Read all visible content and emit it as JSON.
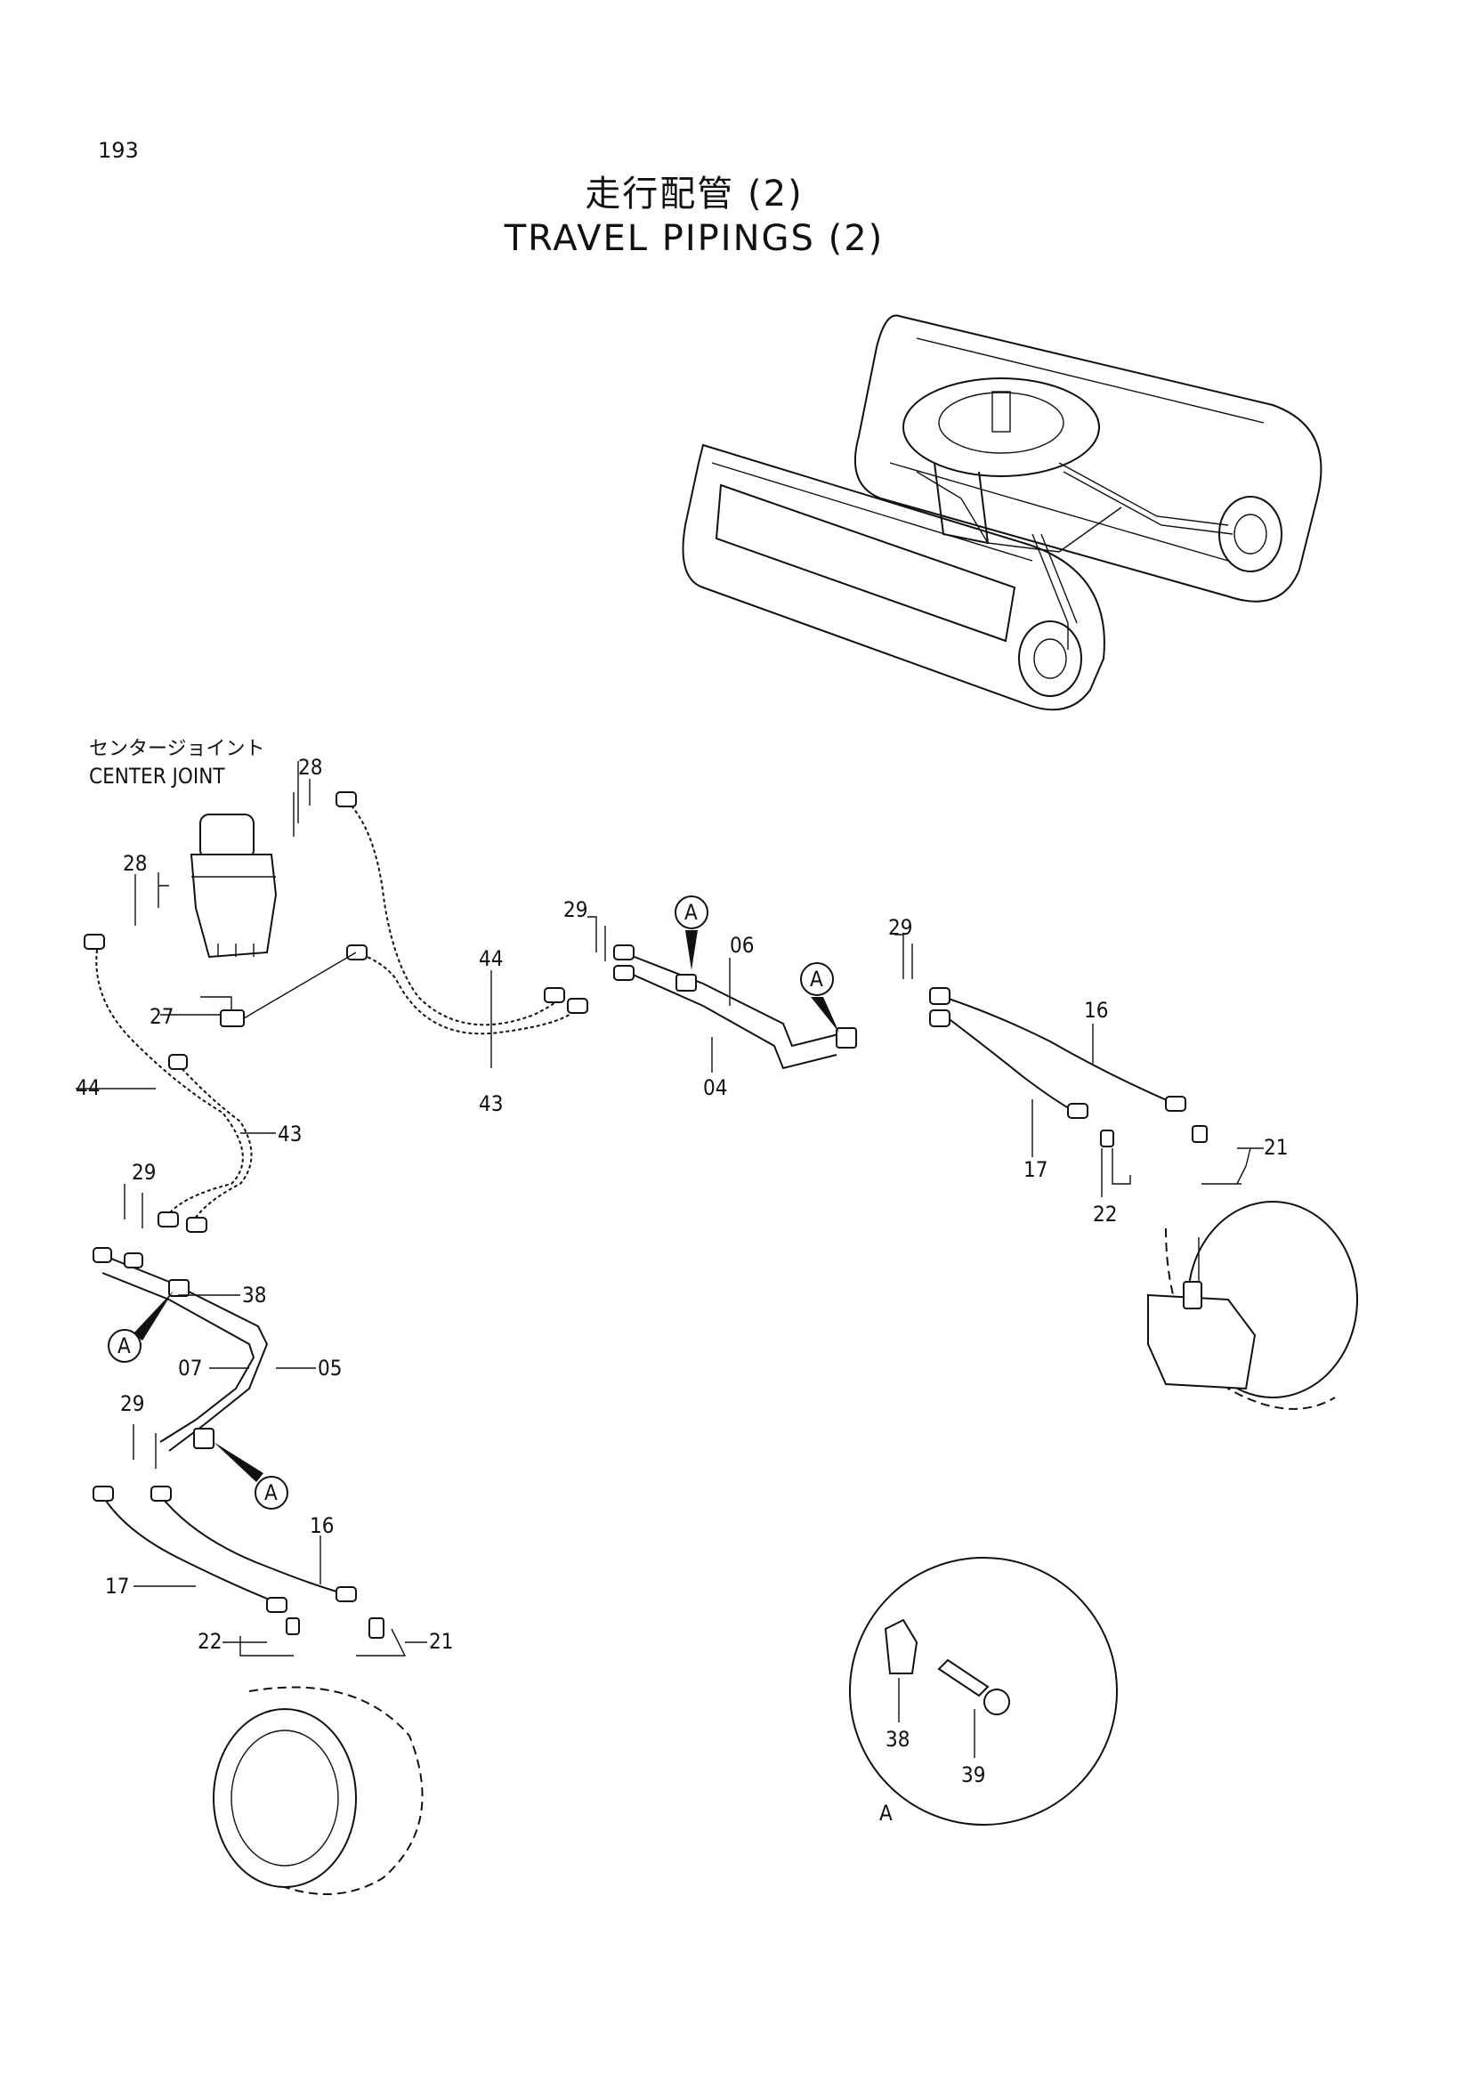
{
  "page_number": "193",
  "title": {
    "jp": "走行配管 (2)",
    "en": "TRAVEL  PIPINGS  (2)"
  },
  "center_joint": {
    "jp": "センタージョイント",
    "en": "CENTER  JOINT"
  },
  "callouts": {
    "c28a": "28",
    "c28b": "28",
    "c27": "27",
    "c44a": "44",
    "c43a": "43",
    "c44b": "44",
    "c43b": "43",
    "c29a": "29",
    "c06": "06",
    "c04": "04",
    "c29b": "29",
    "c16a": "16",
    "c17a": "17",
    "c22a": "22",
    "c21a": "21",
    "c29c": "29",
    "c38a": "38",
    "c07": "07",
    "c05": "05",
    "c29d": "29",
    "c16b": "16",
    "c17b": "17",
    "c22b": "22",
    "c21b": "21",
    "c38b": "38",
    "c39": "39"
  },
  "detail_marker": "A",
  "detail_view_label": "A"
}
